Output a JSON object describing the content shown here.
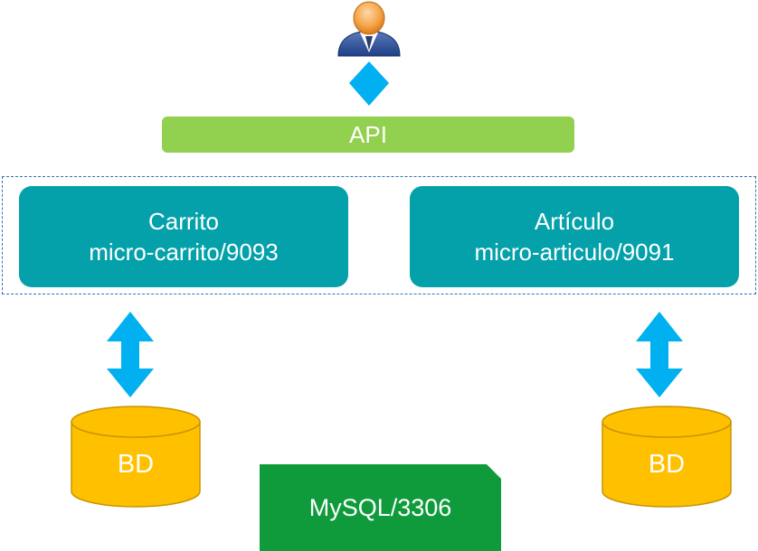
{
  "api": {
    "label": "API"
  },
  "services": [
    {
      "name": "Carrito",
      "endpoint": "micro-carrito/9093"
    },
    {
      "name": "Artículo",
      "endpoint": "micro-articulo/9091"
    }
  ],
  "databases": [
    {
      "label": "BD"
    },
    {
      "label": "BD"
    }
  ],
  "engine": {
    "label": "MySQL/3306"
  },
  "colors": {
    "api": "#92d050",
    "service": "#04a1aa",
    "arrow": "#00b0f0",
    "database": "#ffc000",
    "engine": "#0f9b3c",
    "group_border": "#2e75b6"
  }
}
